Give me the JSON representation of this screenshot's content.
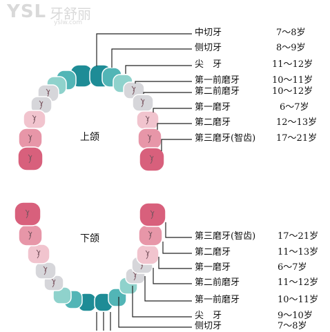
{
  "watermark": {
    "brand": "YSL",
    "name_cn": "牙舒丽",
    "url": "yslw.com"
  },
  "upper_jaw": {
    "label": "上颌",
    "rows": [
      {
        "tooth": "中切牙",
        "age": "7～8岁"
      },
      {
        "tooth": "侧切牙",
        "age": "8～9岁"
      },
      {
        "tooth": "尖　牙",
        "age": "11～12岁"
      },
      {
        "tooth": "第一前磨牙",
        "age": "10～11岁"
      },
      {
        "tooth": "第二前磨牙",
        "age": "10～12岁"
      },
      {
        "tooth": "第一磨牙",
        "age": "6～7岁"
      },
      {
        "tooth": "第二磨牙",
        "age": "12～13岁"
      },
      {
        "tooth": "第三磨牙(智齿)",
        "age": "17～21岁"
      }
    ]
  },
  "lower_jaw": {
    "label": "下颌",
    "rows": [
      {
        "tooth": "第三磨牙(智齿)",
        "age": "17～21岁"
      },
      {
        "tooth": "第二磨牙",
        "age": "11～13岁"
      },
      {
        "tooth": "第一磨牙",
        "age": "6～7岁"
      },
      {
        "tooth": "第二前磨牙",
        "age": "11～12岁"
      },
      {
        "tooth": "第一前磨牙",
        "age": "10～11岁"
      },
      {
        "tooth": "尖　牙",
        "age": "9～10岁"
      },
      {
        "tooth": "侧切牙",
        "age": "7～8岁"
      }
    ]
  },
  "colors": {
    "central": "#1e8c96",
    "lateral": "#52b5b6",
    "canine": "#8fd2cc",
    "premolar": "#d6d6da",
    "molar1": "#f1c4ce",
    "molar2": "#e796a8",
    "molar3": "#d8607c",
    "outline": "#ffffff",
    "line": "#222222"
  }
}
